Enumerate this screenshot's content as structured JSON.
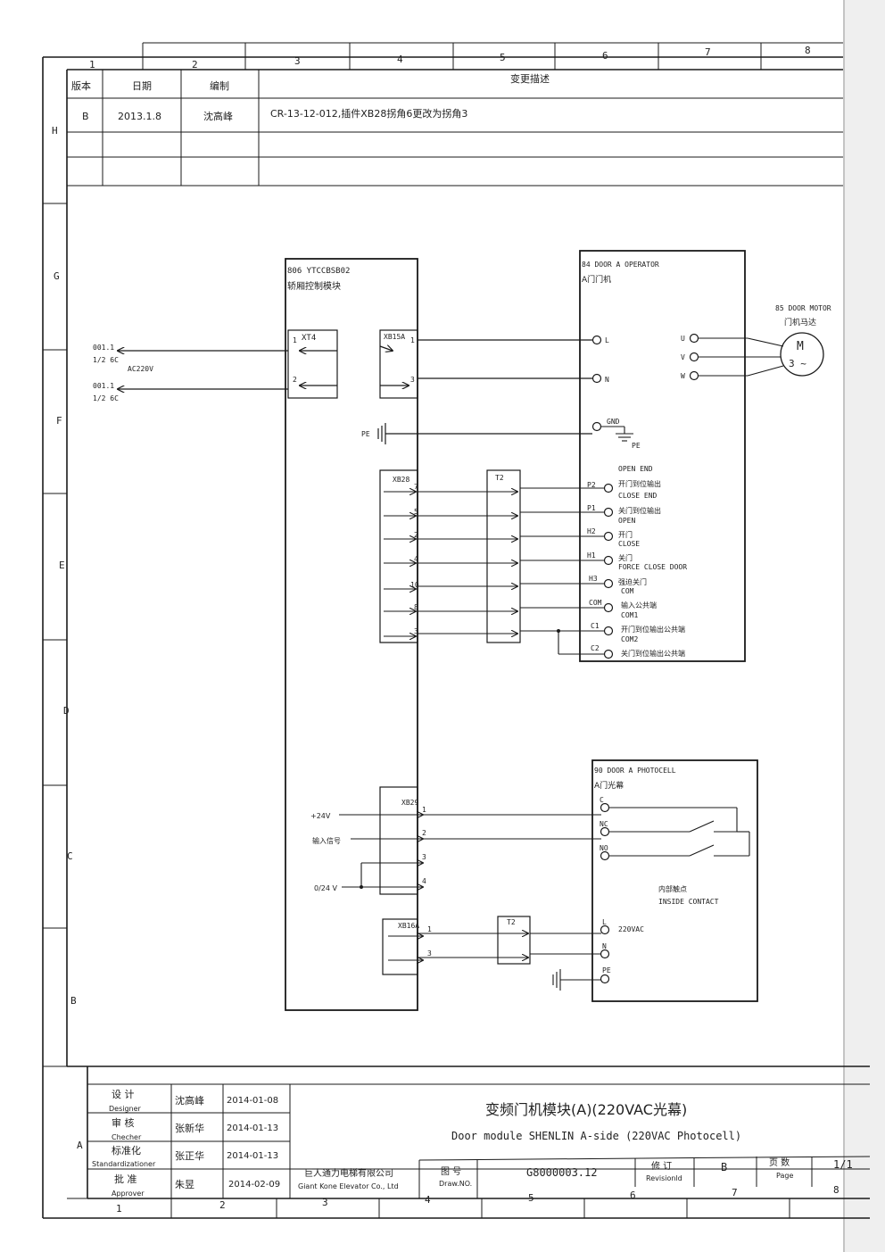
{
  "border": {
    "cols_top": [
      "1",
      "2",
      "3",
      "4",
      "5",
      "6",
      "7",
      "8"
    ],
    "cols_bottom": [
      "1",
      "2",
      "3",
      "4",
      "5",
      "6",
      "7",
      "8"
    ],
    "rows": [
      "H",
      "G",
      "F",
      "E",
      "D",
      "C",
      "B",
      "A"
    ]
  },
  "revision_table": {
    "headers": [
      "版本",
      "日期",
      "编制",
      "变更描述"
    ],
    "rows": [
      {
        "version": "B",
        "date": "2013.1.8",
        "author": "沈高峰",
        "desc": "CR-13-12-012,插件XB28拐角6更改为拐角3"
      }
    ]
  },
  "modules": {
    "ctrl": {
      "title1": "806 YTCCBSB02",
      "title2": "轿厢控制模块"
    },
    "operator": {
      "title1": "84 DOOR A OPERATOR",
      "title2": "A门门机"
    },
    "motor": {
      "title1": "85 DOOR MOTOR",
      "title2": "门机马达",
      "symbol": "M",
      "phase": "3 ~"
    },
    "photocell": {
      "title1": "90 DOOR A PHOTOCELL",
      "title2": "A门光幕"
    }
  },
  "external": {
    "ref1_a": "001.1",
    "ref1_b": "1/2 6C",
    "ac_label": "AC220V",
    "ref2_a": "001.1",
    "ref2_b": "1/2 6C",
    "pe": "PE",
    "plus24": "+24V",
    "input_signal": "输入信号",
    "v024": "0/24 V"
  },
  "connectors": {
    "xt4": "XT4",
    "xt4_pins": [
      "1",
      "2"
    ],
    "xb15a": "XB15A",
    "xb15a_pins": [
      "1",
      "3"
    ],
    "xb28": "XB28",
    "xb28_pins": [
      "7",
      "5",
      "2",
      "4",
      "10",
      "8",
      "3"
    ],
    "t2": "T2",
    "xb29": "XB29",
    "xb29_pins": [
      "1",
      "2",
      "3",
      "4"
    ],
    "xb16a": "XB16A",
    "xb16a_pins": [
      "1",
      "3"
    ],
    "t2b": "T2"
  },
  "operator_terms": {
    "L": "L",
    "N": "N",
    "GND": "GND",
    "PE": "PE",
    "U": "U",
    "V": "V",
    "W": "W",
    "P2": "P2",
    "P1": "P1",
    "H2": "H2",
    "H1": "H1",
    "H3": "H3",
    "COM": "COM",
    "C1": "C1",
    "C2": "C2",
    "open_end": "OPEN END",
    "open_end_cn": "开门到位输出",
    "close_end": "CLOSE END",
    "close_end_cn": "关门到位输出",
    "open": "OPEN",
    "open_cn": "开门",
    "close": "CLOSE",
    "close_cn": "关门",
    "force": "FORCE CLOSE DOOR",
    "force_cn": "强迫关门",
    "com": "COM",
    "com_cn": "输入公共端",
    "com1": "COM1",
    "com1_cn": "开门到位输出公共端",
    "com2": "COM2",
    "com2_cn": "关门到位输出公共端"
  },
  "photocell_terms": {
    "C": "C",
    "NC": "NC",
    "NO": "NO",
    "L": "L",
    "N": "N",
    "PE": "PE",
    "vac": "220VAC",
    "inside_cn": "内部触点",
    "inside": "INSIDE CONTACT"
  },
  "title_block": {
    "designer_cn": "设 计",
    "designer_en": "Designer",
    "designer_name": "沈高峰",
    "designer_date": "2014-01-08",
    "checker_cn": "审 核",
    "checker_en": "Checher",
    "checker_name": "张新华",
    "checker_date": "2014-01-13",
    "std_cn": "标准化",
    "std_en": "Standardizationer",
    "std_name": "张正华",
    "std_date": "2014-01-13",
    "approver_cn": "批 准",
    "approver_en": "Approver",
    "approver_name": "朱昱",
    "approver_date": "2014-02-09",
    "title_cn": "变频门机模块(A)(220VAC光幕)",
    "title_en": "Door module SHENLIN A-side (220VAC Photocell)",
    "company_cn": "巨人通力电梯有限公司",
    "company_en": "Giant Kone Elevator Co., Ltd",
    "drawno_cn": "图 号",
    "drawno_en": "Draw.NO.",
    "drawno": "G8000003.12",
    "rev_cn": "修 订",
    "rev_en": "Revisionld",
    "rev": "B",
    "page_cn": "页 数",
    "page_en": "Page",
    "page": "1/1"
  }
}
